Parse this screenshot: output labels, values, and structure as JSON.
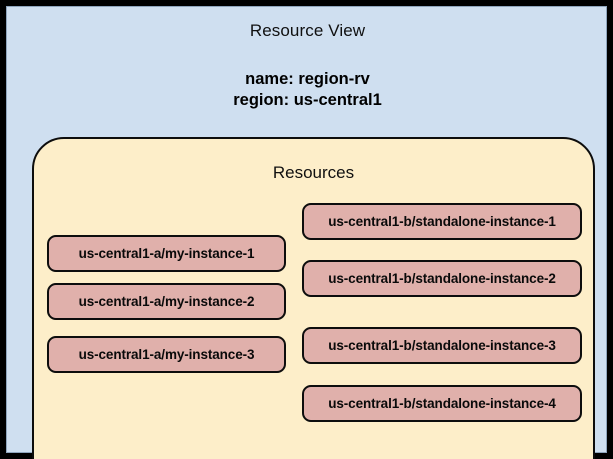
{
  "diagram": {
    "title": "Resource View",
    "properties": [
      "name: region-rv",
      "region: us-central1"
    ],
    "resources_group": {
      "label": "Resources",
      "left_column": [
        "us-central1-a/my-instance-1",
        "us-central1-a/my-instance-2",
        "us-central1-a/my-instance-3"
      ],
      "right_column": [
        "us-central1-b/standalone-instance-1",
        "us-central1-b/standalone-instance-2",
        "us-central1-b/standalone-instance-3",
        "us-central1-b/standalone-instance-4"
      ]
    },
    "colors": {
      "frame": "#000000",
      "panel_background": "#cfdff0",
      "resources_background": "#fdeec9",
      "chip_background": "#e0b0ab",
      "stroke": "#0d0d0d",
      "text": "#0a0a0a"
    }
  }
}
